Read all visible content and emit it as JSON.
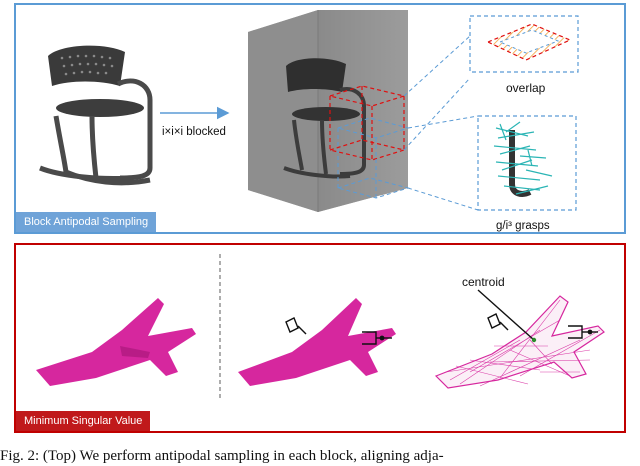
{
  "top_panel": {
    "title": "Block Antipodal Sampling",
    "blocked_label": "i×i×i blocked",
    "overlap_label": "overlap",
    "grasps_label": "g/i³ grasps"
  },
  "bottom_panel": {
    "title": "Minimum Singular Value",
    "centroid_label": "centroid"
  },
  "caption": "Fig. 2: (Top) We perform antipodal sampling in each block, aligning adja-",
  "colors": {
    "top_border": "#5b9bd5",
    "bottom_border": "#c00000",
    "jet": "#d6279e",
    "overlap_red": "#e01010",
    "grasp_teal": "#2bb5b5"
  }
}
